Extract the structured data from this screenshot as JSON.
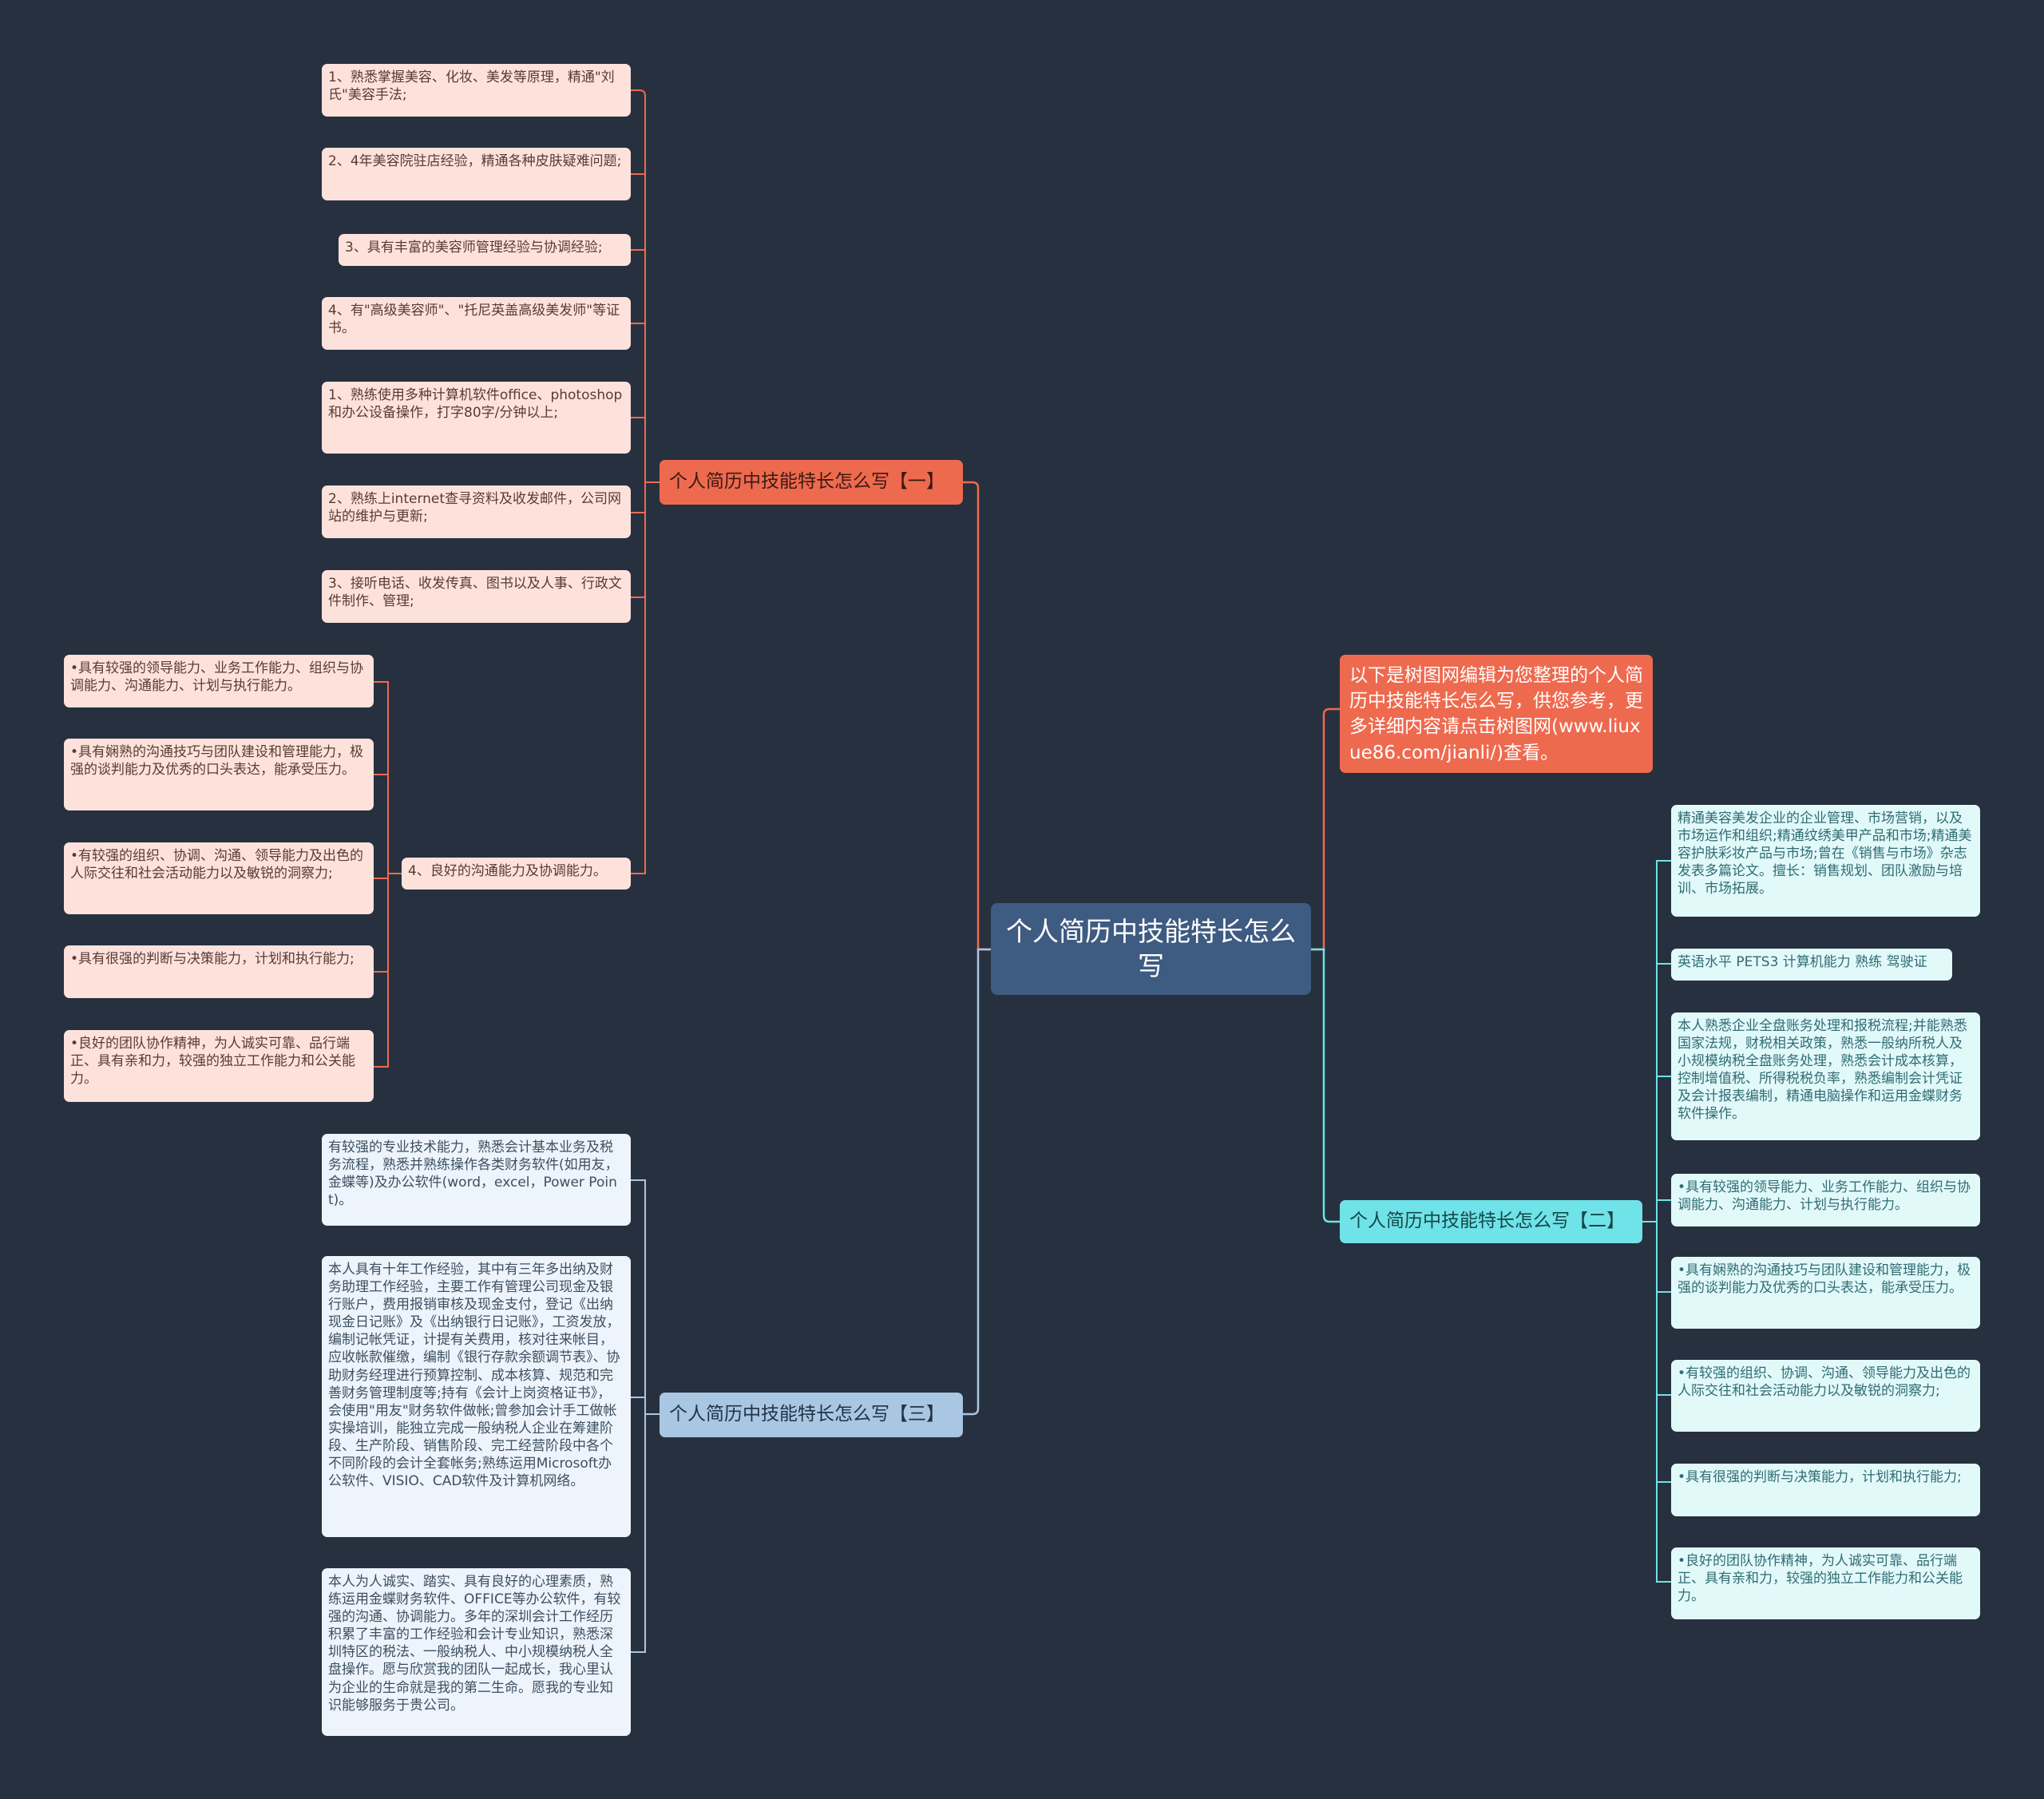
{
  "root": {
    "title": "个人简历中技能特长怎么写"
  },
  "intro": {
    "text": "以下是树图网编辑为您整理的个人简历中技能特长怎么写，供您参考，更多详细内容请点击树图网(www.liuxue86.com/jianli/)查看。"
  },
  "branch1": {
    "title": "个人简历中技能特长怎么写【一】",
    "items": [
      "1、熟悉掌握美容、化妆、美发等原理，精通\"刘氏\"美容手法;",
      "2、4年美容院驻店经验，精通各种皮肤疑难问题;",
      "3、具有丰富的美容师管理经验与协调经验;",
      "4、有\"高级美容师\"、\"托尼英盖高级美发师\"等证书。",
      "1、熟练使用多种计算机软件office、photoshop和办公设备操作，打字80字/分钟以上;",
      "2、熟练上internet查寻资料及收发邮件，公司网站的维护与更新;",
      "3、接听电话、收发传真、图书以及人事、行政文件制作、管理;",
      "4、良好的沟通能力及协调能力。"
    ],
    "sub_items": [
      "•具有较强的领导能力、业务工作能力、组织与协调能力、沟通能力、计划与执行能力。",
      "•具有娴熟的沟通技巧与团队建设和管理能力，极强的谈判能力及优秀的口头表达，能承受压力。",
      "•有较强的组织、协调、沟通、领导能力及出色的人际交往和社会活动能力以及敏锐的洞察力;",
      "•具有很强的判断与决策能力，计划和执行能力;",
      "•良好的团队协作精神，为人诚实可靠、品行端正、具有亲和力，较强的独立工作能力和公关能力。"
    ]
  },
  "branch2": {
    "title": "个人简历中技能特长怎么写【二】",
    "items": [
      "精通美容美发企业的企业管理、市场营销，以及市场运作和组织;精通纹绣美甲产品和市场;精通美容护肤彩妆产品与市场;曾在《销售与市场》杂志发表多篇论文。擅长：销售规划、团队激励与培训、市场拓展。",
      "英语水平 PETS3 计算机能力 熟练 驾驶证",
      "本人熟悉企业全盘账务处理和报税流程;并能熟悉国家法规，财税相关政策，熟悉一般纳所税人及小规模纳税全盘账务处理，熟悉会计成本核算，控制增值税、所得税税负率，熟悉编制会计凭证及会计报表编制，精通电脑操作和运用金蝶财务软件操作。",
      "•具有较强的领导能力、业务工作能力、组织与协调能力、沟通能力、计划与执行能力。",
      "•具有娴熟的沟通技巧与团队建设和管理能力，极强的谈判能力及优秀的口头表达，能承受压力。",
      "•有较强的组织、协调、沟通、领导能力及出色的人际交往和社会活动能力以及敏锐的洞察力;",
      "•具有很强的判断与决策能力，计划和执行能力;",
      "•良好的团队协作精神，为人诚实可靠、品行端正、具有亲和力，较强的独立工作能力和公关能力。"
    ]
  },
  "branch3": {
    "title": "个人简历中技能特长怎么写【三】",
    "items": [
      "有较强的专业技术能力，熟悉会计基本业务及税务流程，熟悉并熟练操作各类财务软件(如用友，金蝶等)及办公软件(word，excel，Power Point)。",
      "本人具有十年工作经验，其中有三年多出纳及财务助理工作经验，主要工作有管理公司现金及银行账户，费用报销审核及现金支付，登记《出纳现金日记账》及《出纳银行日记账》，工资发放，编制记帐凭证，计提有关费用，核对往来帐目，应收帐款催缴，编制《银行存款余额调节表》、协助财务经理进行预算控制、成本核算、规范和完善财务管理制度等;持有《会计上岗资格证书》，会使用\"用友\"财务软件做帐;曾参加会计手工做帐实操培训，能独立完成一般纳税人企业在筹建阶段、生产阶段、销售阶段、完工经营阶段中各个不同阶段的会计全套帐务;熟练运用Microsoft办公软件、VISIO、CAD软件及计算机网络。",
      "本人为人诚实、踏实、具有良好的心理素质，熟练运用金蝶财务软件、OFFICE等办公软件，有较强的沟通、协调能力。多年的深圳会计工作经历积累了丰富的工作经验和会计专业知识，熟悉深圳特区的税法、一般纳税人、中小规模纳税人全盘操作。愿与欣赏我的团队一起成长，我心里认为企业的生命就是我的第二生命。愿我的专业知识能够服务于贵公司。"
    ]
  },
  "colors": {
    "background": "#27303f",
    "root": "#3e5b82",
    "branch_red": "#ee6a4f",
    "branch_blue": "#a9c6e3",
    "branch_cyan": "#6fe3e7",
    "leaf_red": "#fde2dc",
    "leaf_blue": "#edf4fb",
    "leaf_cyan": "#e2f9fa"
  }
}
